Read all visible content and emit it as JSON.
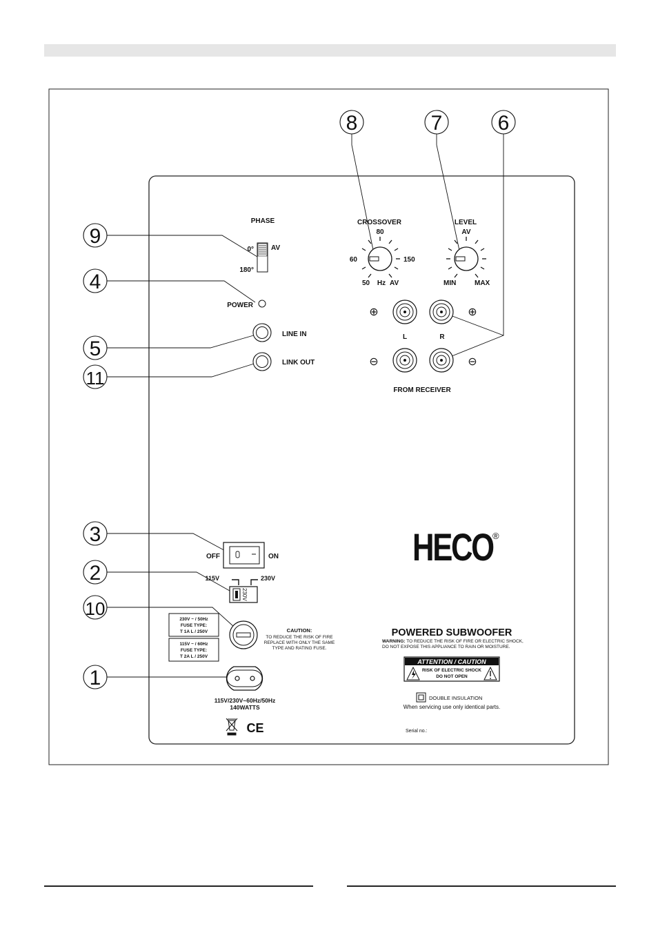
{
  "callouts": [
    "8",
    "7",
    "6",
    "9",
    "4",
    "5",
    "11",
    "3",
    "2",
    "10",
    "1"
  ],
  "panel": {
    "phase": "PHASE",
    "phase_0": "0°",
    "phase_180": "180°",
    "phase_av": "AV",
    "power": "POWER",
    "line_in": "LINE IN",
    "link_out": "LINK OUT",
    "crossover": "CROSSOVER",
    "xo_80": "80",
    "xo_60": "60",
    "xo_150": "150",
    "xo_50": "50",
    "xo_hz": "Hz",
    "xo_av": "AV",
    "level": "LEVEL",
    "level_av": "AV",
    "level_min": "MIN",
    "level_max": "MAX",
    "plus": "⊕",
    "minus": "⊖",
    "ch_l": "L",
    "ch_r": "R",
    "from_receiver": "FROM RECEIVER",
    "off": "OFF",
    "on": "ON",
    "v115": "115V",
    "v230": "230V",
    "selector_230": "230V",
    "fuse1_l1": "230V ~ / 50Hz",
    "fuse1_l2": "FUSE TYPE:",
    "fuse1_l3": "T 1A L / 250V",
    "fuse2_l1": "115V ~ / 60Hz",
    "fuse2_l2": "FUSE TYPE:",
    "fuse2_l3": "T 2A L / 250V",
    "caution_title": "CAUTION:",
    "caution_l1": "TO REDUCE THE RISK OF FIRE",
    "caution_l2": "REPLACE WITH ONLY THE SAME",
    "caution_l3": "TYPE AND RATING FUSE.",
    "power_rating_l1": "115V/230V~60Hz/50Hz",
    "power_rating_l2": "140WATTS",
    "brand": "HECO",
    "registered": "®",
    "product": "POWERED SUBWOOFER",
    "warning_label": "WARNING:",
    "warning_l1": " TO REDUCE THE RISK OF FIRE OR ELECTRIC SHOCK,",
    "warning_l2": "DO NOT EXPOSE THIS APPLIANCE TO RAIN OR MOISTURE.",
    "attention": "ATTENTION / CAUTION",
    "risk": "RISK OF ELECTRIC SHOCK",
    "do_not_open": "DO NOT OPEN",
    "double_insulation": "DOUBLE INSULATION",
    "servicing": "When servicing use only identical parts.",
    "ce": "CE",
    "serial": "Serial no.:"
  }
}
